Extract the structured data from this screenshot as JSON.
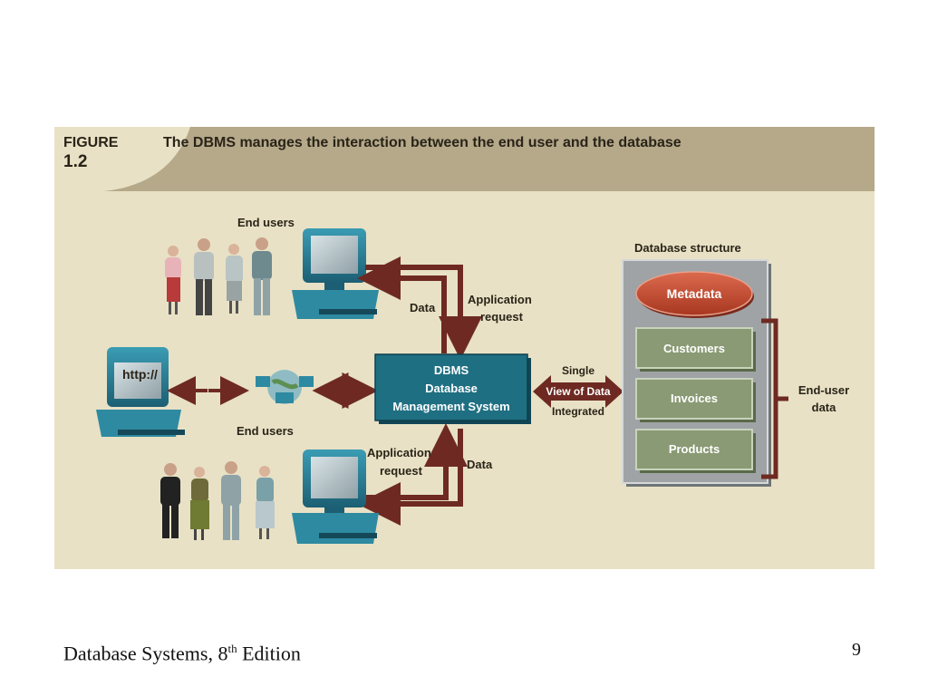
{
  "figure": {
    "label_word": "FIGURE",
    "label_number": "1.2",
    "title": "The DBMS manages the interaction between the end user and the database"
  },
  "diagram": {
    "top_users_label": "End users",
    "web_users_label": "End users",
    "browser_text": "http://",
    "dbms": {
      "line1": "DBMS",
      "line2": "Database",
      "line3": "Management System"
    },
    "top_flow": {
      "data_label": "Data",
      "request_label_1": "Application",
      "request_label_2": "request"
    },
    "bottom_flow": {
      "data_label": "Data",
      "request_label_1": "Application",
      "request_label_2": "request"
    },
    "view": {
      "top": "Single",
      "middle": "View of Data",
      "bottom": "Integrated"
    },
    "database": {
      "title": "Database structure",
      "metadata": "Metadata",
      "items": [
        "Customers",
        "Invoices",
        "Products"
      ],
      "end_user_data_1": "End-user",
      "end_user_data_2": "data"
    }
  },
  "footer": {
    "title_before": "Database Systems, 8",
    "title_sup": "th",
    "title_after": " Edition",
    "page_number": "9"
  },
  "colors": {
    "figure_background": "#e8e1c5",
    "header_band": "#b5a98a",
    "dbms_box": "#1f6f82",
    "arrow": "#6e2a22",
    "metadata": "#c2452b",
    "item_box": "#8a9a74",
    "db_panel": "#9fa3a6"
  }
}
